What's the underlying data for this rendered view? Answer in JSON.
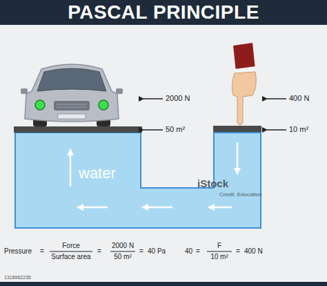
{
  "diagram": {
    "title": "PASCAL PRINCIPLE",
    "labels": [
      "2000 N",
      "50 m²",
      "400 N",
      "10 m²",
      "water",
      "Pressure",
      "=",
      "Force",
      "Surface area",
      "=",
      "2000 N",
      "50 m²",
      "=",
      "40 Pa",
      "40",
      "=",
      "F",
      "10 m²",
      "=",
      "400 N",
      "iStock",
      "Credit: Education",
      "1318962235"
    ]
  }
}
